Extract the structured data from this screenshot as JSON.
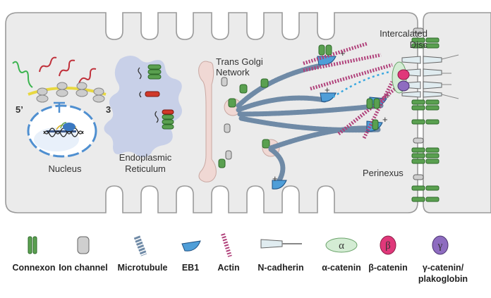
{
  "labels": {
    "five_prime": "5’",
    "three_prime": "3’",
    "nucleus": "Nucleus",
    "er_line1": "Endoplasmic",
    "er_line2": "Reticulum",
    "golgi_line1": "Trans Golgi",
    "golgi_line2": "Network",
    "disc_line1": "Intercalated",
    "disc_line2": "Disc",
    "perinexus": "Perinexus",
    "plus": "+"
  },
  "legend": {
    "connexon": "Connexon",
    "ion_channel": "Ion channel",
    "microtubule": "Microtubule",
    "eb1": "EB1",
    "actin": "Actin",
    "ncadherin": "N-cadherin",
    "alpha_catenin": "α-catenin",
    "beta_catenin": "β-catenin",
    "gamma_line1": "γ-catenin/",
    "gamma_line2": "plakoglobin",
    "alpha_symbol": "α",
    "beta_symbol": "β",
    "gamma_symbol": "γ"
  },
  "colors": {
    "cell_fill": "#ebebeb",
    "cell_stroke": "#9a9a9a",
    "er": "#c8d0e8",
    "golgi": "#f0d8d4",
    "connexon": "#5aa050",
    "microtubule": "#6f8aa6",
    "eb1": "#4f9ed8",
    "actin": "#b0407a",
    "alpha_catenin": "#d4ecd4",
    "beta_catenin": "#e0387a",
    "gamma_catenin": "#8e6cc0",
    "ion_channel": "#cfcfcf",
    "red_channel": "#d0382a"
  }
}
